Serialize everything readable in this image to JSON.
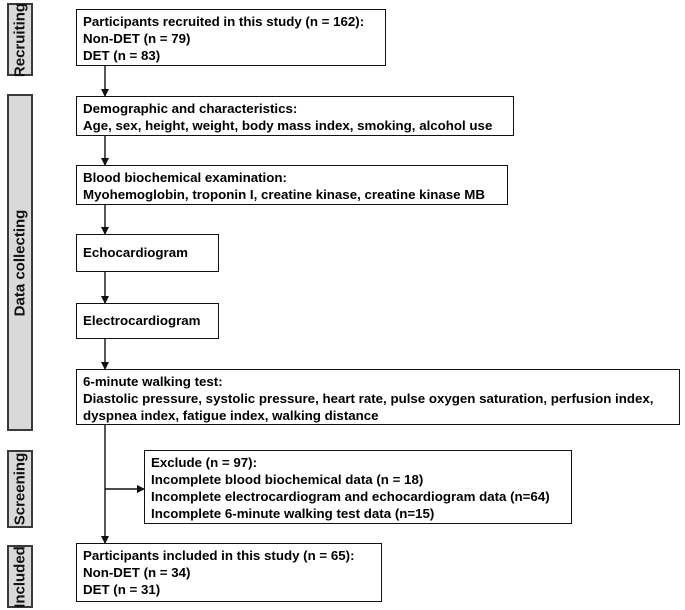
{
  "stages": {
    "recruiting": "Recruiting",
    "data_collecting": "Data collecting",
    "screening": "Screening",
    "included": "Included"
  },
  "boxes": {
    "recruited": {
      "title": "Participants recruited in this study (n = 162):",
      "lines": [
        "Non-DET (n = 79)",
        "DET (n = 83)"
      ]
    },
    "demographic": {
      "title": "Demographic and characteristics:",
      "lines": [
        "Age, sex, height, weight, body mass index, smoking, alcohol use"
      ]
    },
    "blood": {
      "title": "Blood biochemical examination:",
      "lines": [
        "Myohemoglobin, troponin I, creatine kinase, creatine kinase MB"
      ]
    },
    "echo": {
      "title": "Echocardiogram"
    },
    "ecg": {
      "title": "Electrocardiogram"
    },
    "walking": {
      "title": "6-minute walking test:",
      "lines": [
        "Diastolic pressure, systolic pressure, heart rate, pulse oxygen saturation, perfusion index,",
        "dyspnea index, fatigue index, walking distance"
      ]
    },
    "exclude": {
      "title": "Exclude (n = 97):",
      "lines": [
        "Incomplete blood biochemical data (n = 18)",
        "Incomplete electrocardiogram and  echocardiogram data (n=64)",
        "Incomplete 6-minute walking test data (n=15)"
      ]
    },
    "included": {
      "title": "Participants included in this study (n = 65):",
      "lines": [
        "Non-DET (n = 34)",
        "DET (n = 31)"
      ]
    }
  }
}
